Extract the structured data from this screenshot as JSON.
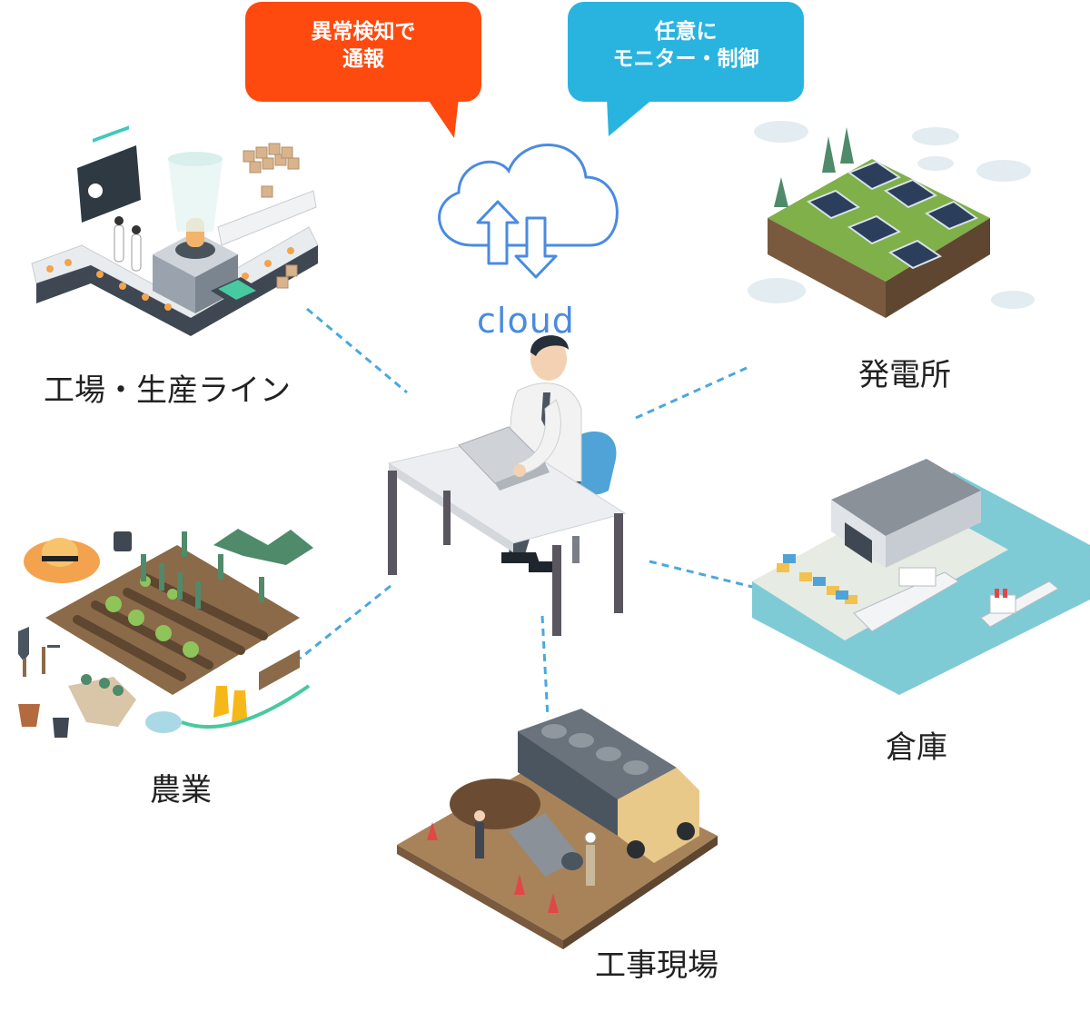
{
  "bubbles": {
    "alert": {
      "line1": "異常検知で",
      "line2": "通報",
      "color": "#ff4a0f"
    },
    "monitor": {
      "line1": "任意に",
      "line2": "モニター・制御",
      "color": "#29b4e0"
    }
  },
  "cloud": {
    "label": "cloud",
    "color": "#4a8be0"
  },
  "labels": {
    "factory": "工場・生産ライン",
    "power_plant": "発電所",
    "agriculture": "農業",
    "warehouse": "倉庫",
    "construction": "工事現場"
  },
  "colors": {
    "connector": "#4aa8dc",
    "soil": "#8a6a48",
    "water": "#7ecbd6",
    "grass": "#7fb04a"
  }
}
